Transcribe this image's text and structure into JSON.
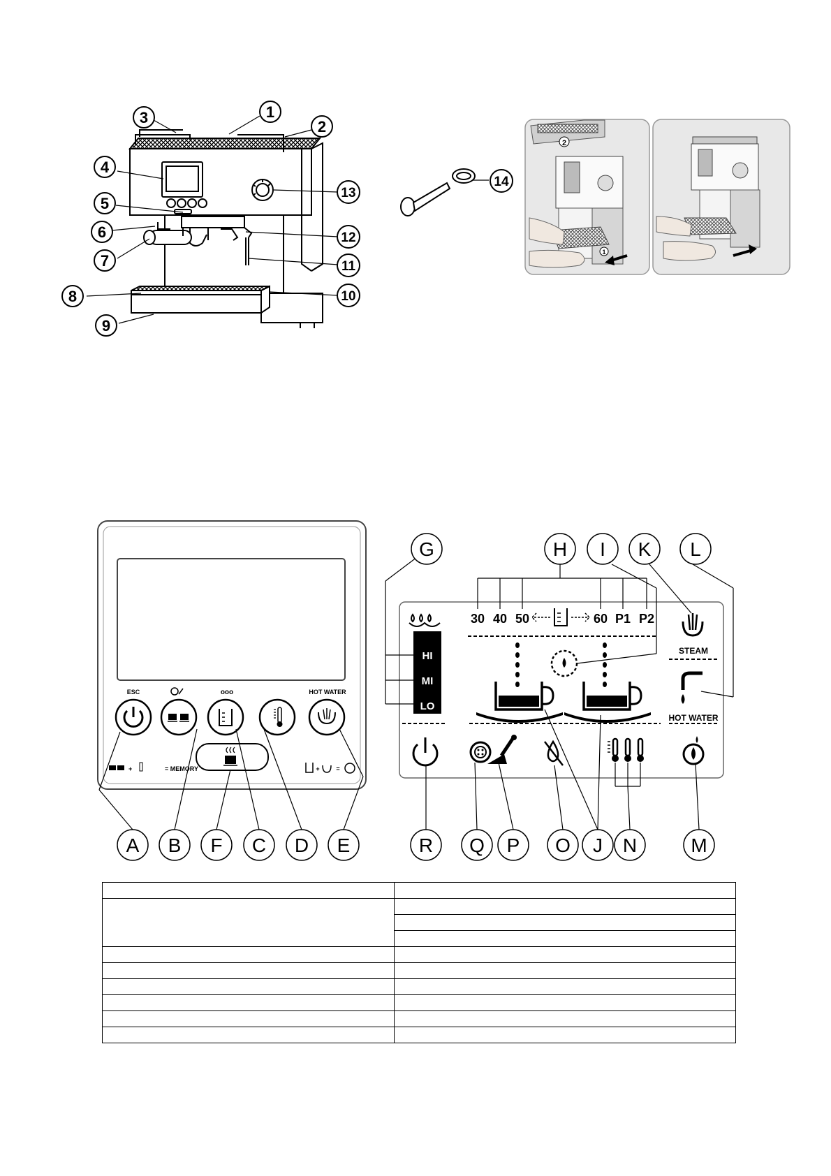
{
  "machine": {
    "part_numbers": [
      "1",
      "2",
      "3",
      "4",
      "5",
      "6",
      "7",
      "8",
      "9",
      "10",
      "11",
      "12",
      "13",
      "14"
    ],
    "insert_step": "2",
    "remove_step": "1"
  },
  "panel": {
    "button_labels": {
      "esc": "ESC",
      "drops": "ooo",
      "hot_water": "HOT WATER",
      "memory": "= MEMORY",
      "plus": "+",
      "equals": "="
    },
    "letters": [
      "A",
      "B",
      "F",
      "C",
      "D",
      "E"
    ]
  },
  "display": {
    "letters_top": [
      "G",
      "H",
      "I",
      "K",
      "L"
    ],
    "letters_bottom": [
      "R",
      "Q",
      "P",
      "O",
      "J",
      "N",
      "M"
    ],
    "levels": [
      "HI",
      "MI",
      "LO"
    ],
    "volumes": [
      "30",
      "40",
      "50",
      "60",
      "P1",
      "P2"
    ],
    "steam_label": "STEAM",
    "hot_water_label": "HOT WATER"
  },
  "table": {
    "rows": [
      [
        "",
        ""
      ],
      [
        "",
        ""
      ],
      [
        "",
        ""
      ],
      [
        "",
        ""
      ],
      [
        "",
        ""
      ],
      [
        "",
        ""
      ],
      [
        "",
        ""
      ],
      [
        "",
        ""
      ],
      [
        "",
        ""
      ],
      [
        "",
        ""
      ]
    ]
  }
}
